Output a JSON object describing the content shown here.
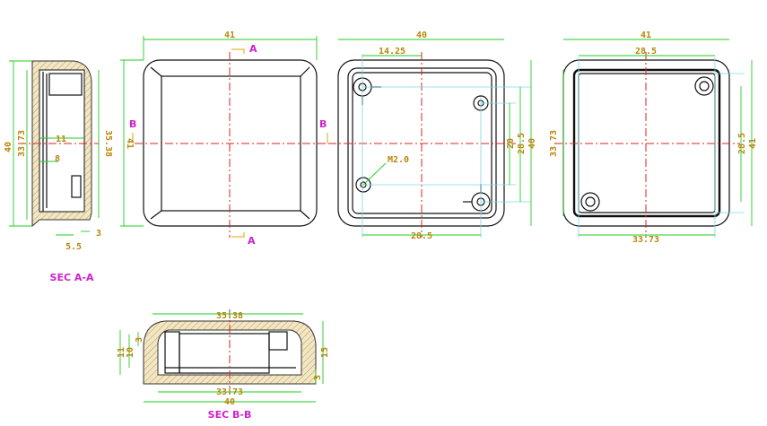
{
  "drawing": {
    "colors": {
      "dimension": "#b8860b",
      "section_label": "#cc22cc",
      "centerline": "#dd2222",
      "dim_line": "#22cc22",
      "outline": "#111111",
      "hatch_fill": "#f2e6c4"
    },
    "section_aa": {
      "title": "SEC A-A",
      "dims": {
        "height_40": "40",
        "height_33_73": "33.73",
        "height_35_38": "35.38",
        "width_11": "11",
        "width_8": "8",
        "bottom_5_5": "5.5",
        "bottom_3": "3"
      }
    },
    "top_view": {
      "section_marks": {
        "a_top": "A",
        "a_bottom": "A",
        "b_left": "B",
        "b_right": "B"
      },
      "dims": {
        "width_41": "41",
        "height_41": "41"
      }
    },
    "inner_view": {
      "dims": {
        "width_40": "40",
        "offset_14_25": "14.25",
        "height_20": "20",
        "height_28_5": "28.5",
        "height_40": "40",
        "bottom_28_5": "28.5",
        "screw": "M2.0"
      }
    },
    "bottom_view": {
      "dims": {
        "width_41": "41",
        "inner_28_5": "28.5",
        "height_33_73": "33.73",
        "right_28_5": "28.5",
        "right_41": "41",
        "bottom_33_73": "33.73"
      }
    },
    "section_bb": {
      "title": "SEC B-B",
      "dims": {
        "top_35_38": "35.38",
        "left_11": "11",
        "left_10": "10",
        "left_3": "3",
        "right_15": "15",
        "right_3": "3",
        "bottom_33_73": "33.73",
        "bottom_40": "40"
      }
    }
  }
}
